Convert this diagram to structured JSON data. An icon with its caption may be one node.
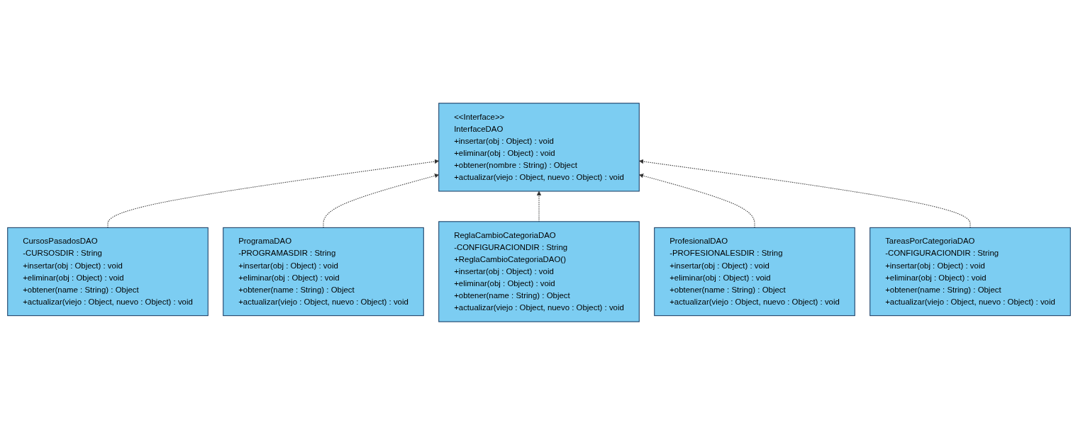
{
  "diagram": {
    "nodes": [
      {
        "text": [
          "CursosPasadosDAO",
          "-CURSOSDIR : String",
          "+insertar(obj : Object) : void",
          "+eliminar(obj : Object) : void",
          "+obtener(name : String) : Object",
          "+actualizar(viejo : Object, nuevo : Object) : void"
        ]
      },
      {
        "text": [
          "<<Interface>>",
          "InterfaceDAO",
          "+insertar(obj : Object) : void",
          "+eliminar(obj : Object) : void",
          "+obtener(nombre : String) : Object",
          "+actualizar(viejo : Object, nuevo : Object) : void"
        ]
      },
      {
        "text": [
          "ProgramaDAO",
          "-PROGRAMASDIR : String",
          "+insertar(obj : Object) : void",
          "+eliminar(obj : Object) : void",
          "+obtener(name : String) : Object",
          "+actualizar(viejo : Object, nuevo : Object) : void"
        ]
      },
      {
        "text": [
          "ReglaCambioCategoriaDAO",
          "-CONFIGURACIONDIR : String",
          "+ReglaCambioCategoriaDAO()",
          "+insertar(obj : Object) : void",
          "+eliminar(obj : Object) : void",
          "+obtener(name : String) : Object",
          "+actualizar(viejo : Object, nuevo : Object) : void"
        ]
      },
      {
        "text": [
          "ProfesionalDAO",
          "-PROFESIONALESDIR : String",
          "+insertar(obj : Object) : void",
          "+eliminar(obj : Object) : void",
          "+obtener(name : String) : Object",
          "+actualizar(viejo : Object, nuevo : Object) : void"
        ]
      },
      {
        "text": [
          "TareasPorCategoriaDAO",
          "-CONFIGURACIONDIR : String",
          "+insertar(obj : Object) : void",
          "+eliminar(obj : Object) : void",
          "+obtener(name : String) : Object",
          "+actualizar(viejo : Object, nuevo : Object) : void"
        ]
      }
    ],
    "edges": [
      {
        "from": 0,
        "to": 1,
        "arrow": "to",
        "style": "dashed"
      },
      {
        "from": 2,
        "to": 1,
        "arrow": "to",
        "style": "dashed"
      },
      {
        "from": 3,
        "to": 1,
        "arrow": "to",
        "style": "dashed"
      },
      {
        "from": 4,
        "to": 1,
        "arrow": "to",
        "style": "dashed"
      },
      {
        "from": 5,
        "to": 1,
        "arrow": "to",
        "style": "dashed"
      }
    ]
  }
}
